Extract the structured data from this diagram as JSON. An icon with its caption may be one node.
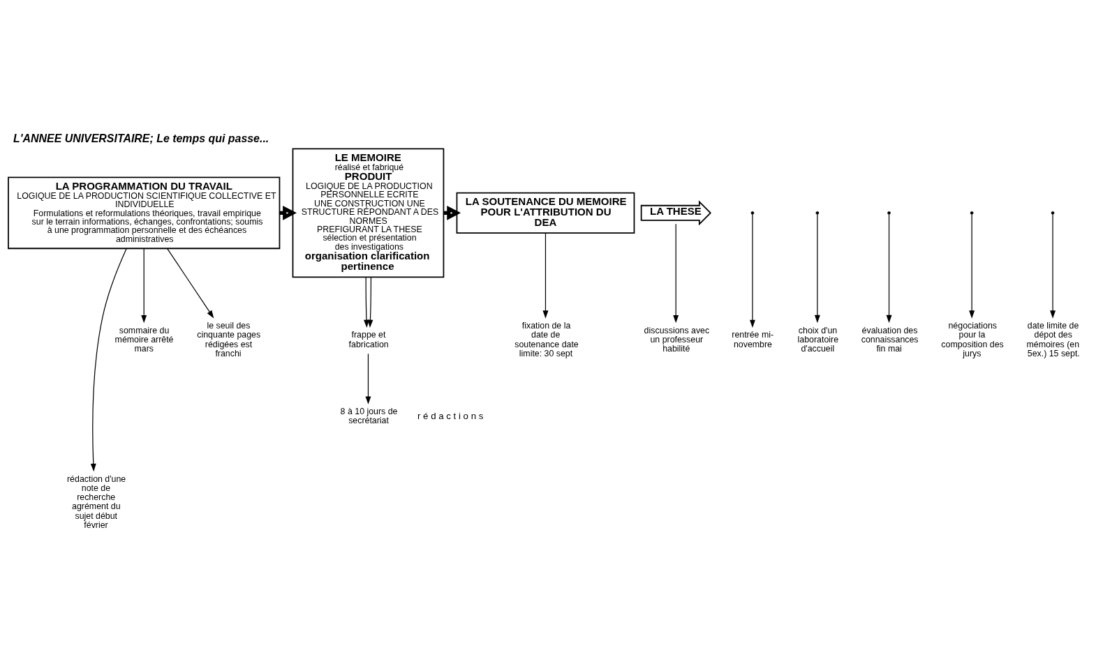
{
  "diagram": {
    "title": "L'ANNEE UNIVERSITAIRE; Le temps qui passe...",
    "nodes": [
      {
        "text": [
          "LA PROGRAMMATION DU TRAVAIL",
          "LOGIQUE DE LA PRODUCTION SCIENTIFIQUE COLLECTIVE ET INDIVIDUELLE",
          "Formulations et reformulations théoriques, travail empirique sur le terrain informations, échanges, confrontations; soumis à une programmation personnelle et des échéances administratives"
        ]
      },
      {
        "text": [
          "LE MEMOIRE",
          "réalisé et fabriqué",
          "PRODUIT",
          "LOGIQUE DE LA PRODUCTION PERSONNELLE ECRITE",
          "UNE CONSTRUCTION UNE STRUCTURE RÉPONDANT A DES NORMES",
          "PREFIGURANT LA THESE",
          "sélection et présentation des investigations",
          "organisation clarification pertinence"
        ]
      },
      {
        "text": [
          "LA SOUTENANCE DU MEMOIRE POUR L'ATTRIBUTION DU DEA"
        ]
      },
      {
        "text": [
          "LA THESE"
        ]
      },
      {
        "text": [
          "rentrée mi-novembre"
        ]
      },
      {
        "text": [
          "choix d'un laboratoire d'accueil"
        ]
      },
      {
        "text": [
          "rédaction d'une note de recherche agrément du sujet début février"
        ]
      },
      {
        "text": [
          "sommaire du mémoire arrêté mars"
        ]
      },
      {
        "text": [
          "le seuil des cinquante pages rédigées est franchi"
        ]
      },
      {
        "text": [
          "évaluation des connaissances fin mai"
        ]
      },
      {
        "text": [
          "frappe et fabrication"
        ]
      },
      {
        "text": [
          "8 à 10 jours de secrétariat"
        ]
      },
      {
        "text": [
          "négociations pour la composition des jurys"
        ]
      },
      {
        "text": [
          "date limite de dépot des mémoires (en 5ex.) 15 sept."
        ]
      },
      {
        "text": [
          "fixation de la date de soutenance date limite: 30 sept"
        ]
      },
      {
        "text": [
          "discussions avec un professeur habilité"
        ]
      }
    ],
    "edges": [
      {
        "from": null,
        "to": 4,
        "arrow": "to"
      },
      {
        "from": null,
        "to": 5,
        "arrow": "to"
      },
      {
        "from": 0,
        "to": 6,
        "arrow": "to"
      },
      {
        "from": 0,
        "to": 7,
        "arrow": "to"
      },
      {
        "from": 0,
        "to": 8,
        "arrow": "to"
      },
      {
        "from": 0,
        "to": 1,
        "arrow": "to",
        "style": "thick"
      },
      {
        "from": null,
        "to": 9,
        "arrow": "to"
      },
      {
        "from": 1,
        "to": 10,
        "arrow": "to"
      },
      {
        "from": 1,
        "to": 10,
        "arrow": "to"
      },
      {
        "from": 10,
        "to": 11,
        "arrow": "to"
      },
      {
        "from": 1,
        "to": 2,
        "arrow": "to",
        "style": "thick"
      },
      {
        "from": null,
        "to": 12,
        "arrow": "to"
      },
      {
        "from": null,
        "to": 13,
        "arrow": "to"
      },
      {
        "from": 2,
        "to": 14,
        "arrow": "to"
      },
      {
        "from": 3,
        "to": 15,
        "arrow": "to"
      }
    ],
    "labels": [
      "r é d a c t i o n s"
    ]
  }
}
